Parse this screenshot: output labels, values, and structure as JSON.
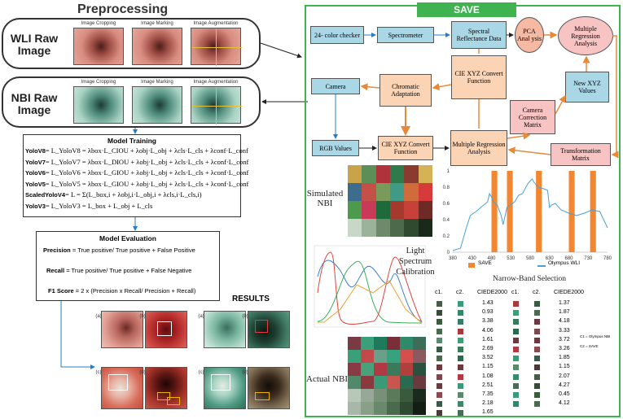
{
  "preprocessing": {
    "title": "Preprocessing",
    "wli_label": "WLI Raw\nImage",
    "nbi_label": "NBI Raw\nImage",
    "captions": [
      "Image Cropping",
      "Image Marking",
      "Image Augmentation"
    ]
  },
  "model_training": {
    "title": "Model Training",
    "rows": [
      {
        "name": "YoloV8",
        "eq": "= L_YoloV8 = λbox·L_CIOU + λobj·L_obj + λcls·L_cls + λconf·L_conf"
      },
      {
        "name": "YoloV7",
        "eq": "= L_YoloV7 = λbox·L_DIOU + λobj·L_obj + λcls·L_cls + λconf·L_conf"
      },
      {
        "name": "YoloV6",
        "eq": "= L_YoloV6 = λbox·L_GIOU + λobj·L_obj + λcls·L_cls + λconf·L_conf"
      },
      {
        "name": "YoloV5",
        "eq": "= L_YoloV5 = λbox·L_GIOU + λobj·L_obj + λcls·L_cls + λconf·L_conf"
      },
      {
        "name": "ScaledYoloV4",
        "eq": "= L = Σ(L_box,i + λobj,i·L_obj,i + λcls,i·L_cls,i)"
      },
      {
        "name": "YoloV3",
        "eq": "= L_YoloV3 = L_box + L_obj + L_cls"
      }
    ]
  },
  "model_evaluation": {
    "title": "Model Evaluation",
    "precision": {
      "label": "Precision",
      "text": "= True positive/ True positive + False Positive"
    },
    "recall": {
      "label": "Recall",
      "text": "= True positive/ True positive + False Negative"
    },
    "f1": {
      "label": "F1 Score",
      "text": "= 2 x (Precision x Recall/ Precision + Recall)"
    }
  },
  "results": {
    "title": "RESULTS",
    "tags": [
      "(a)",
      "(b)",
      "(a)",
      "(b)",
      "(c)",
      "(d)",
      "(c)",
      "(d)"
    ]
  },
  "save": {
    "title": "SAVE",
    "boxes": {
      "checker": "24- color checker",
      "spectrometer": "Spectrometer",
      "spectral": "Spectral Reflectance Data",
      "pca": "PCA Anal ysis",
      "mra_top": "Multiple Regression Analysis",
      "camera": "Camera",
      "chromatic": "Chromatic Adaptation",
      "ciexyz_func": "CIE XYZ Convert Function",
      "new_xyz": "New XYZ Values",
      "cam_corr": "Camera Correction Matrix",
      "rgb": "RGB Values",
      "ciexyz_func2": "CIE XYZ Convert Function",
      "mra_mid": "Multiple Regression Analysis",
      "transform": "Transformation Matrix"
    },
    "simulated_label": "Simulated\nNBI",
    "actual_label": "Actual NBI",
    "light_label": "Light\nSpectrum\nCalibration",
    "narrow_band_label": "Narrow-Band Selection",
    "legend": [
      "SAVE",
      "Olympus WLI"
    ],
    "table_headers": [
      "c1.",
      "c2.",
      "CIEDE2000",
      "c1.",
      "c2.",
      "CIEDE2000"
    ],
    "ciede_left": [
      "1.43",
      "0.93",
      "3.38",
      "4.06",
      "1.61",
      "2.69",
      "3.52",
      "1.15",
      "1.08",
      "2.51",
      "7.35",
      "2.18",
      "1.65"
    ],
    "ciede_right": [
      "1.37",
      "1.87",
      "4.18",
      "3.33",
      "3.72",
      "3.26",
      "1.85",
      "1.15",
      "2.07",
      "4.27",
      "0.45",
      "4.12"
    ],
    "table_notes": [
      "C1 = Olympus NBI",
      "C2 = SAVE"
    ],
    "colors": {
      "title_green": "#3fb34f",
      "frame_green": "#3fb34f",
      "arrow_orange": "#e8893a",
      "blue_box": "#a9d7e6",
      "peach_box": "#fbd3b5"
    }
  },
  "chart_data": {
    "type": "bar",
    "title": "",
    "x_ticks": [
      "380",
      "430",
      "480",
      "530",
      "580",
      "630",
      "680",
      "730",
      "780"
    ],
    "y_ticks": [
      "0",
      "0.2",
      "0.4",
      "0.6",
      "0.8",
      "1"
    ],
    "xlim": [
      380,
      780
    ],
    "ylim": [
      0,
      1
    ],
    "series": [
      {
        "name": "SAVE",
        "type": "bar",
        "bars": [
          [
            480,
            495
          ],
          [
            520,
            535
          ],
          [
            595,
            610
          ],
          [
            680,
            695
          ],
          [
            735,
            750
          ]
        ],
        "value": 1
      },
      {
        "name": "Olympus WLI",
        "type": "line",
        "x": [
          380,
          400,
          415,
          425,
          440,
          455,
          465,
          470,
          475,
          480,
          485,
          495,
          505,
          510,
          520,
          535,
          540,
          545,
          550,
          560,
          575,
          585,
          590,
          600,
          615,
          625,
          630,
          635,
          645,
          660,
          680,
          700,
          720,
          740,
          760,
          780
        ],
        "y": [
          0.02,
          0.05,
          0.3,
          0.45,
          0.5,
          0.56,
          0.6,
          0.62,
          0.72,
          0.68,
          0.62,
          0.58,
          0.45,
          0.34,
          0.55,
          0.6,
          0.62,
          0.66,
          0.7,
          0.72,
          0.85,
          0.9,
          0.86,
          0.8,
          0.78,
          0.76,
          0.55,
          0.58,
          0.6,
          0.52,
          0.48,
          0.45,
          0.48,
          0.52,
          0.5,
          0.3
        ]
      }
    ]
  }
}
